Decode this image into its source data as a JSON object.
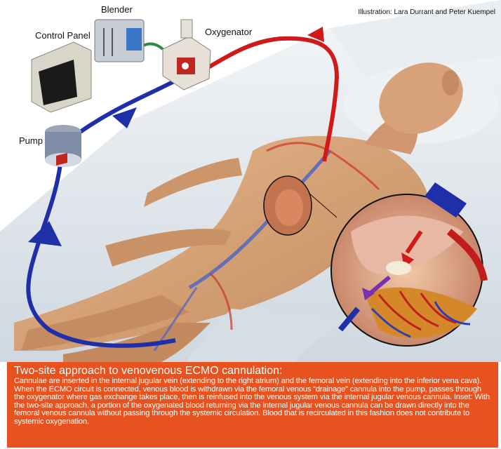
{
  "labels": {
    "blender": "Blender",
    "control_panel": "Control Panel",
    "oxygenator": "Oxygenator",
    "pump": "Pump"
  },
  "credit": "Illustration: Lara Durrant and Peter Kuempel",
  "caption": {
    "title": "Two-site approach to venovenous ECMO cannulation:",
    "body": "Cannulae are inserted in the internal jugular vein (extending to the right atrium) and the femoral vein (extending into the inferior vena cava). When the ECMO circuit is connected, venous blood is withdrawn via the femoral venous “drainage” cannula into the pump, passes through the oxygenator where gas exchange takes place, then is reinfused into the venous system via the internal jugular venous cannula.  Inset: With the two-site approach, a portion of the oxygenated blood returning via the internal jugular venous cannula can be drawn directly into the femoral venous cannula without passing through the systemic circulation. Blood that is recirculated in this fashion does not contribute to systemic oxygenation."
  },
  "colors": {
    "caption_bg": "#e8521e",
    "oxygenated_tube": "#d01a1a",
    "venous_tube": "#1f2fa8",
    "skin": "#d9a476",
    "bed": "#dde4ea"
  }
}
